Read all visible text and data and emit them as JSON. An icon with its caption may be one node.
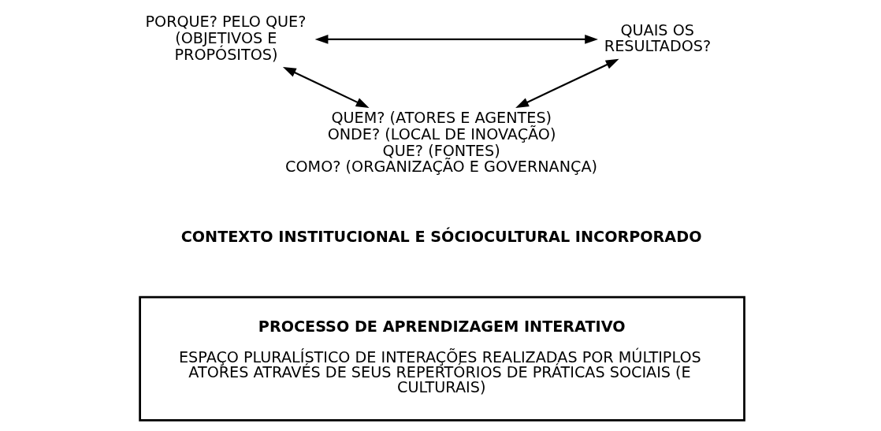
{
  "diagram": {
    "nodes": [
      {
        "text": [
          "PORQUE? PELO QUE? (OBJETIVOS E PROPÓSITOS)"
        ]
      },
      {
        "text": [
          "QUAIS OS RESULTADOS?"
        ]
      },
      {
        "text": [
          "QUEM? (ATORES E AGENTES)",
          "ONDE? (LOCAL DE INOVAÇÃO)",
          "QUE? (FONTES)",
          "COMO? (ORGANIZAÇÃO E GOVERNANÇA)"
        ]
      },
      {
        "text": [
          "PROCESSO DE APRENDIZAGEM INTERATIVO",
          "ESPAÇO PLURALÍSTICO DE INTERAÇÕES REALIZADAS POR MÚLTIPLOS ATORES ATRAVÉS DE SEUS REPERTÓRIOS DE PRÁTICAS SOCIAIS (E CULTURAIS)"
        ]
      }
    ],
    "edges": [
      {
        "from": 0,
        "to": 1,
        "arrow": "both"
      },
      {
        "from": 0,
        "to": 2,
        "arrow": "both"
      },
      {
        "from": 2,
        "to": 1,
        "arrow": "both"
      }
    ],
    "labels": [
      "CONTEXTO INSTITUCIONAL E SÓCIOCULTURAL INCORPORADO"
    ]
  }
}
